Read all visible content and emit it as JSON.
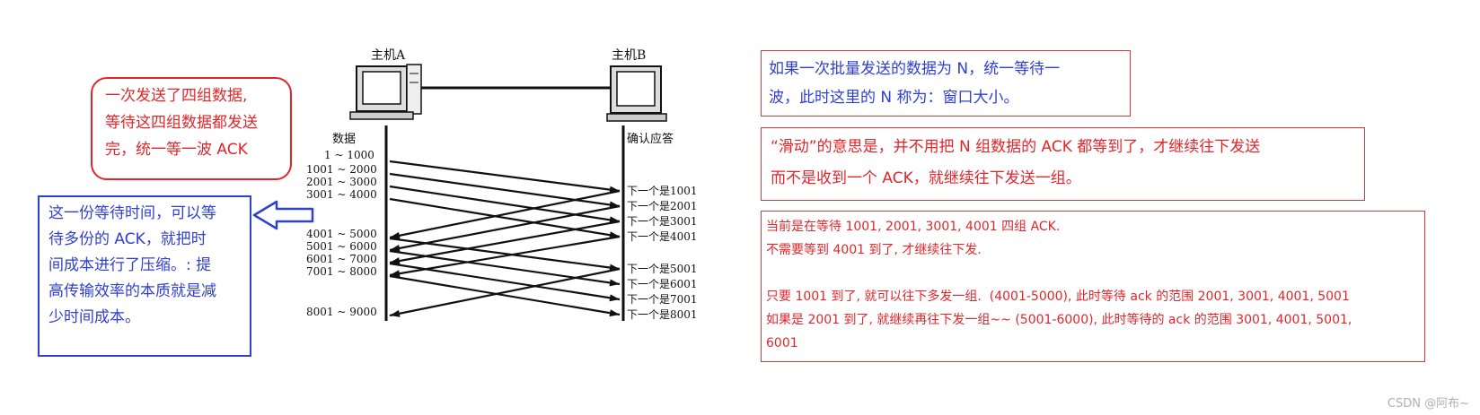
{
  "diagram": {
    "host_a_label": "主机A",
    "host_b_label": "主机B",
    "data_header": "数据",
    "ack_header": "确认应答",
    "data_segments": [
      "1 ~ 1000",
      "1001 ~ 2000",
      "2001 ~ 3000",
      "3001 ~ 4000",
      "4001 ~ 5000",
      "5001 ~ 6000",
      "6001 ~ 7000",
      "7001 ~ 8000",
      "8001 ~ 9000"
    ],
    "acks": [
      "下一个是1001",
      "下一个是2001",
      "下一个是3001",
      "下一个是4001",
      "下一个是5001",
      "下一个是6001",
      "下一个是7001",
      "下一个是8001"
    ]
  },
  "notes": {
    "red_left": "一次发送了四组数据,\n等待这四组数据都发送\n完，统一等一波 ACK",
    "blue_left": "这一份等待时间，可以等\n待多份的 ACK，就把时\n间成本进行了压缩。: 提\n高传输效率的本质就是减\n少时间成本。",
    "window": "如果一次批量发送的数据为 N，统一等待一\n波，此时这里的 N 称为：窗口大小。",
    "sliding": "“滑动”的意思是，并不用把 N 组数据的 ACK 都等到了，才继续往下发送\n而不是收到一个 ACK，就继续往下发送一组。",
    "waiting": "当前是在等待 1001, 2001, 3001, 4001 四组 ACK.\n不需要等到 4001 到了, 才继续往下发.\n\n只要 1001 到了, 就可以往下多发一组.  (4001-5000), 此时等待 ack 的范围 2001, 3001, 4001, 5001\n如果是 2001 到了, 就继续再往下发一组~~ (5001-6000), 此时等待的 ack 的范围 3001, 4001, 5001,\n6001"
  },
  "watermark": "CSDN @阿布~",
  "colors": {
    "red": "#e0262b",
    "blue": "#2f3fd0",
    "box_red": "#d23a3a"
  }
}
